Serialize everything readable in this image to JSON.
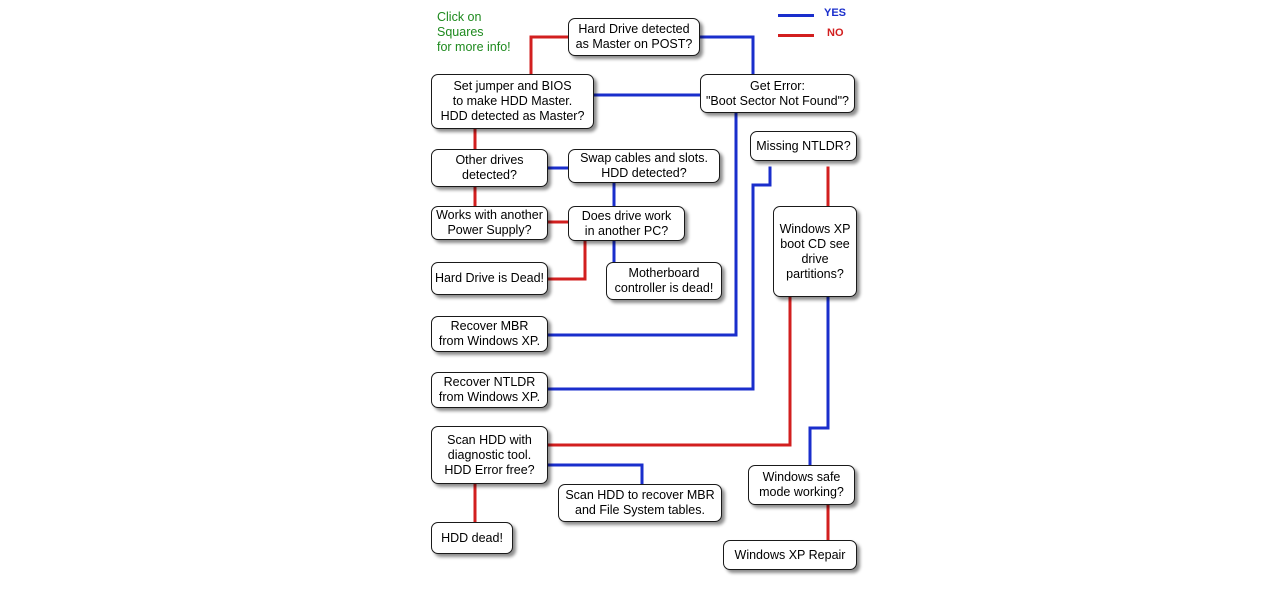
{
  "hint": "Click on\nSquares\nfor more info!",
  "legend": {
    "yes_label": "YES",
    "no_label": "NO",
    "yes_color": "#1a2ecc",
    "no_color": "#d21f1f"
  },
  "nodes": {
    "master_post": "Hard Drive detected\nas Master on POST?",
    "set_jumper": "Set jumper and BIOS\nto make HDD Master.\nHDD detected as Master?",
    "get_error": "Get Error:\n\"Boot Sector Not Found\"?",
    "other_drives": "Other drives\ndetected?",
    "swap_cables": "Swap cables and slots.\nHDD detected?",
    "missing_ntldr": "Missing NTLDR?",
    "power_supply": "Works with another\nPower Supply?",
    "another_pc": "Does drive work\nin another PC?",
    "xp_boot_cd": "Windows XP\nboot CD see\ndrive\npartitions?",
    "drive_dead": "Hard Drive is Dead!",
    "motherboard": "Motherboard\ncontroller is dead!",
    "recover_mbr": "Recover MBR\nfrom Windows XP.",
    "recover_ntldr": "Recover NTLDR\nfrom Windows XP.",
    "scan_hdd": "Scan HDD with\ndiagnostic tool.\nHDD Error free?",
    "safe_mode": "Windows safe\nmode working?",
    "scan_recover": "Scan HDD to recover MBR\nand File System tables.",
    "hdd_dead": "HDD dead!",
    "xp_repair": "Windows XP Repair"
  }
}
